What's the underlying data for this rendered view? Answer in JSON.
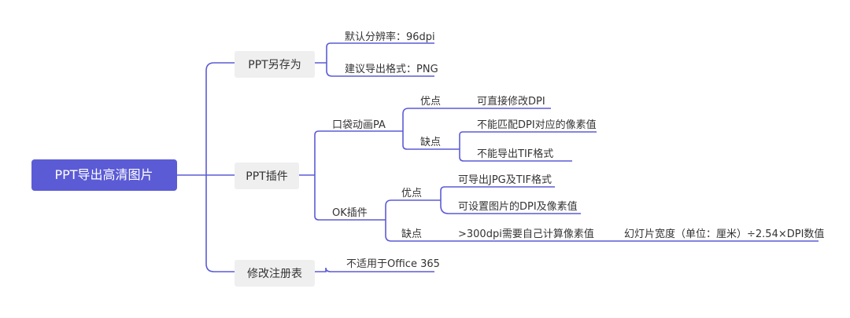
{
  "colors": {
    "root_fill": "#5b5bd6",
    "topic_fill": "#efefef",
    "line": "#5b5bd6",
    "text": "#333333"
  },
  "root": "PPT导出高清图片",
  "branches": {
    "save_as": {
      "label": "PPT另存为",
      "items": [
        "默认分辨率：96dpi",
        "建议导出格式：PNG"
      ]
    },
    "plugin": {
      "label": "PPT插件",
      "pocket": {
        "label": "口袋动画PA",
        "pros": {
          "label": "优点",
          "items": [
            "可直接修改DPI"
          ]
        },
        "cons": {
          "label": "缺点",
          "items": [
            "不能匹配DPI对应的像素值",
            "不能导出TIF格式"
          ]
        }
      },
      "ok": {
        "label": "OK插件",
        "pros": {
          "label": "优点",
          "items": [
            "可导出JPG及TIF格式",
            "可设置图片的DPI及像素值"
          ]
        },
        "cons": {
          "label": "缺点",
          "items": [
            ">300dpi需要自己计算像素值"
          ],
          "formula": "幻灯片宽度（单位：厘米）÷2.54×DPI数值"
        }
      }
    },
    "registry": {
      "label": "修改注册表",
      "items": [
        "不适用于Office 365"
      ]
    }
  }
}
